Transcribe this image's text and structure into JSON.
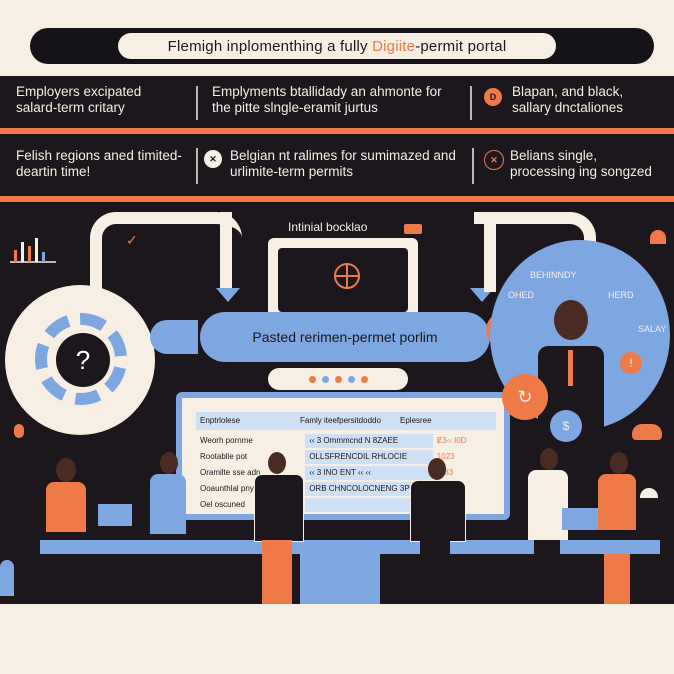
{
  "title": {
    "prefix": "Flemigh inplomenthing a fully",
    "accent": "Digiite",
    "suffix": "-permit portal"
  },
  "info": {
    "row1": [
      {
        "text": "Employers excipated salard-term critary",
        "icon": ""
      },
      {
        "text": "Emplyments btallidady an ahmonte for the pitte slngle-eramit jurtus",
        "icon": ""
      },
      {
        "text": "Blapan, and black, sallary dnctaliones",
        "icon": "D"
      }
    ],
    "row2": [
      {
        "text": "Felish regions aned timited-deartin time!",
        "icon": ""
      },
      {
        "text": "Belgian nt ralimes for sumimazed and urlimite-term permits",
        "icon": "✕"
      },
      {
        "text": "Belians single, processing ing songzed",
        "icon": "✕"
      }
    ]
  },
  "backlog_label": "Intinial bocklao",
  "portal_label": "Pasted rerimen-permet porlim",
  "ring_labels": {
    "top": "BEHINNDY",
    "left": "OHED",
    "right": "HERD",
    "side": "SALAY"
  },
  "table": {
    "headers": [
      "Enptrlolese",
      "Famly iteefpersitdoddo",
      "Eplesree"
    ],
    "rows": [
      {
        "c1": "Weorh pornme",
        "c2": "‹‹ 3 Ommmcnd N 8ZAEE",
        "c3": "Ɇ3‹‹ I0D"
      },
      {
        "c1": "Rootablle pot",
        "c2": "OLLSFRENCDIL RHLOCIE",
        "c3": "1023"
      },
      {
        "c1": "Oramilte sse adn",
        "c2": "‹‹ 3 INO ENT ‹‹ ‹‹",
        "c3": "IK83"
      },
      {
        "c1": "Ooaunthlal pnyer",
        "c2": "ORB CHNCOLOCNENG 3P",
        "c3": ""
      },
      {
        "c1": "Oel oscuned",
        "c2": "",
        "c3": ""
      }
    ]
  },
  "colors": {
    "orange": "#ee7b47",
    "blue": "#7ea6e0",
    "dark": "#1b171d",
    "cream": "#f7efe4"
  },
  "icons": [
    "gear-icon",
    "question-icon",
    "globe-icon",
    "dollar-icon",
    "cloud-icon",
    "chart-icon",
    "lamp-icon"
  ]
}
